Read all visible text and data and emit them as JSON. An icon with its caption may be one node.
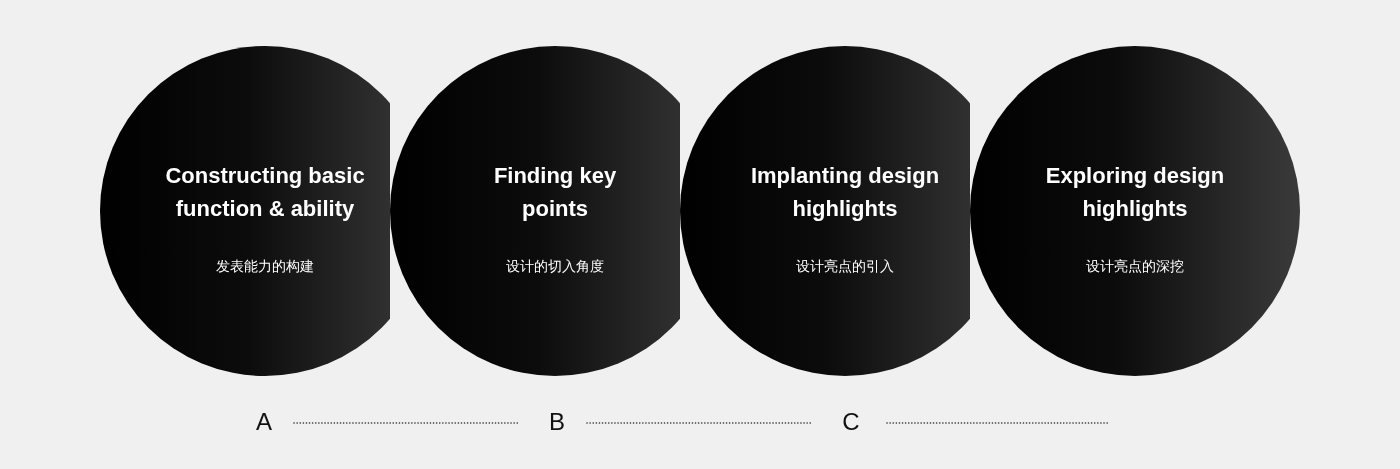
{
  "diagram": {
    "nodes": [
      {
        "text": [
          "Constructing basic function & ability",
          "发表能力的构建"
        ]
      },
      {
        "text": [
          "Finding key points",
          "设计的切入角度"
        ]
      },
      {
        "text": [
          "Implanting design highlights",
          "设计亮点的引入"
        ]
      },
      {
        "text": [
          "Exploring design highlights",
          "设计亮点的深挖"
        ]
      },
      {
        "text": [
          "A"
        ]
      },
      {
        "text": [
          "B"
        ]
      },
      {
        "text": [
          "C"
        ]
      }
    ],
    "edges": [
      {
        "from": 4,
        "to": 5,
        "arrow": "none",
        "style": "dashed"
      },
      {
        "from": 5,
        "to": 6,
        "arrow": "none",
        "style": "dashed"
      },
      {
        "from": 6,
        "to": null,
        "arrow": "none",
        "style": "dashed"
      }
    ]
  }
}
